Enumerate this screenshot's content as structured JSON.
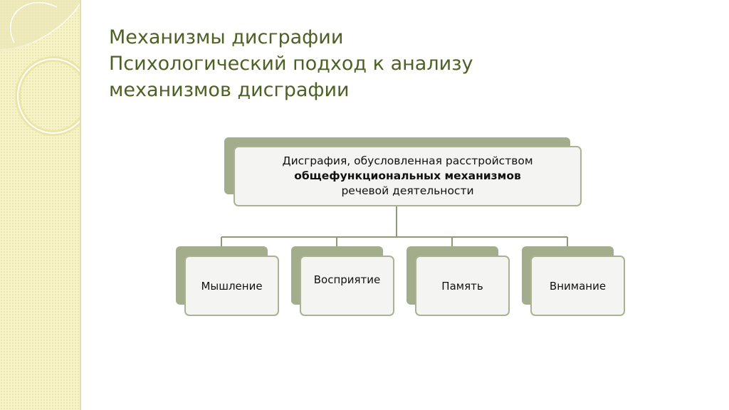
{
  "slide": {
    "title_lines": [
      "Механизмы дисграфии",
      "Психологический подход к анализу",
      "механизмов дисграфии"
    ]
  },
  "diagram": {
    "root": {
      "line1": "Дисграфия, обусловленная расстройством",
      "line2": "общефункциональных механизмов",
      "line3": "речевой деятельности"
    },
    "children": [
      {
        "label": "Мышление"
      },
      {
        "label": "Восприятие"
      },
      {
        "label": "Память"
      },
      {
        "label": "Внимание"
      }
    ]
  },
  "colors": {
    "title": "#4e6125",
    "box_back": "#a3ad8c",
    "box_border": "#a9b394",
    "connector": "#8f9a77",
    "strip": "#f6f3c8"
  }
}
